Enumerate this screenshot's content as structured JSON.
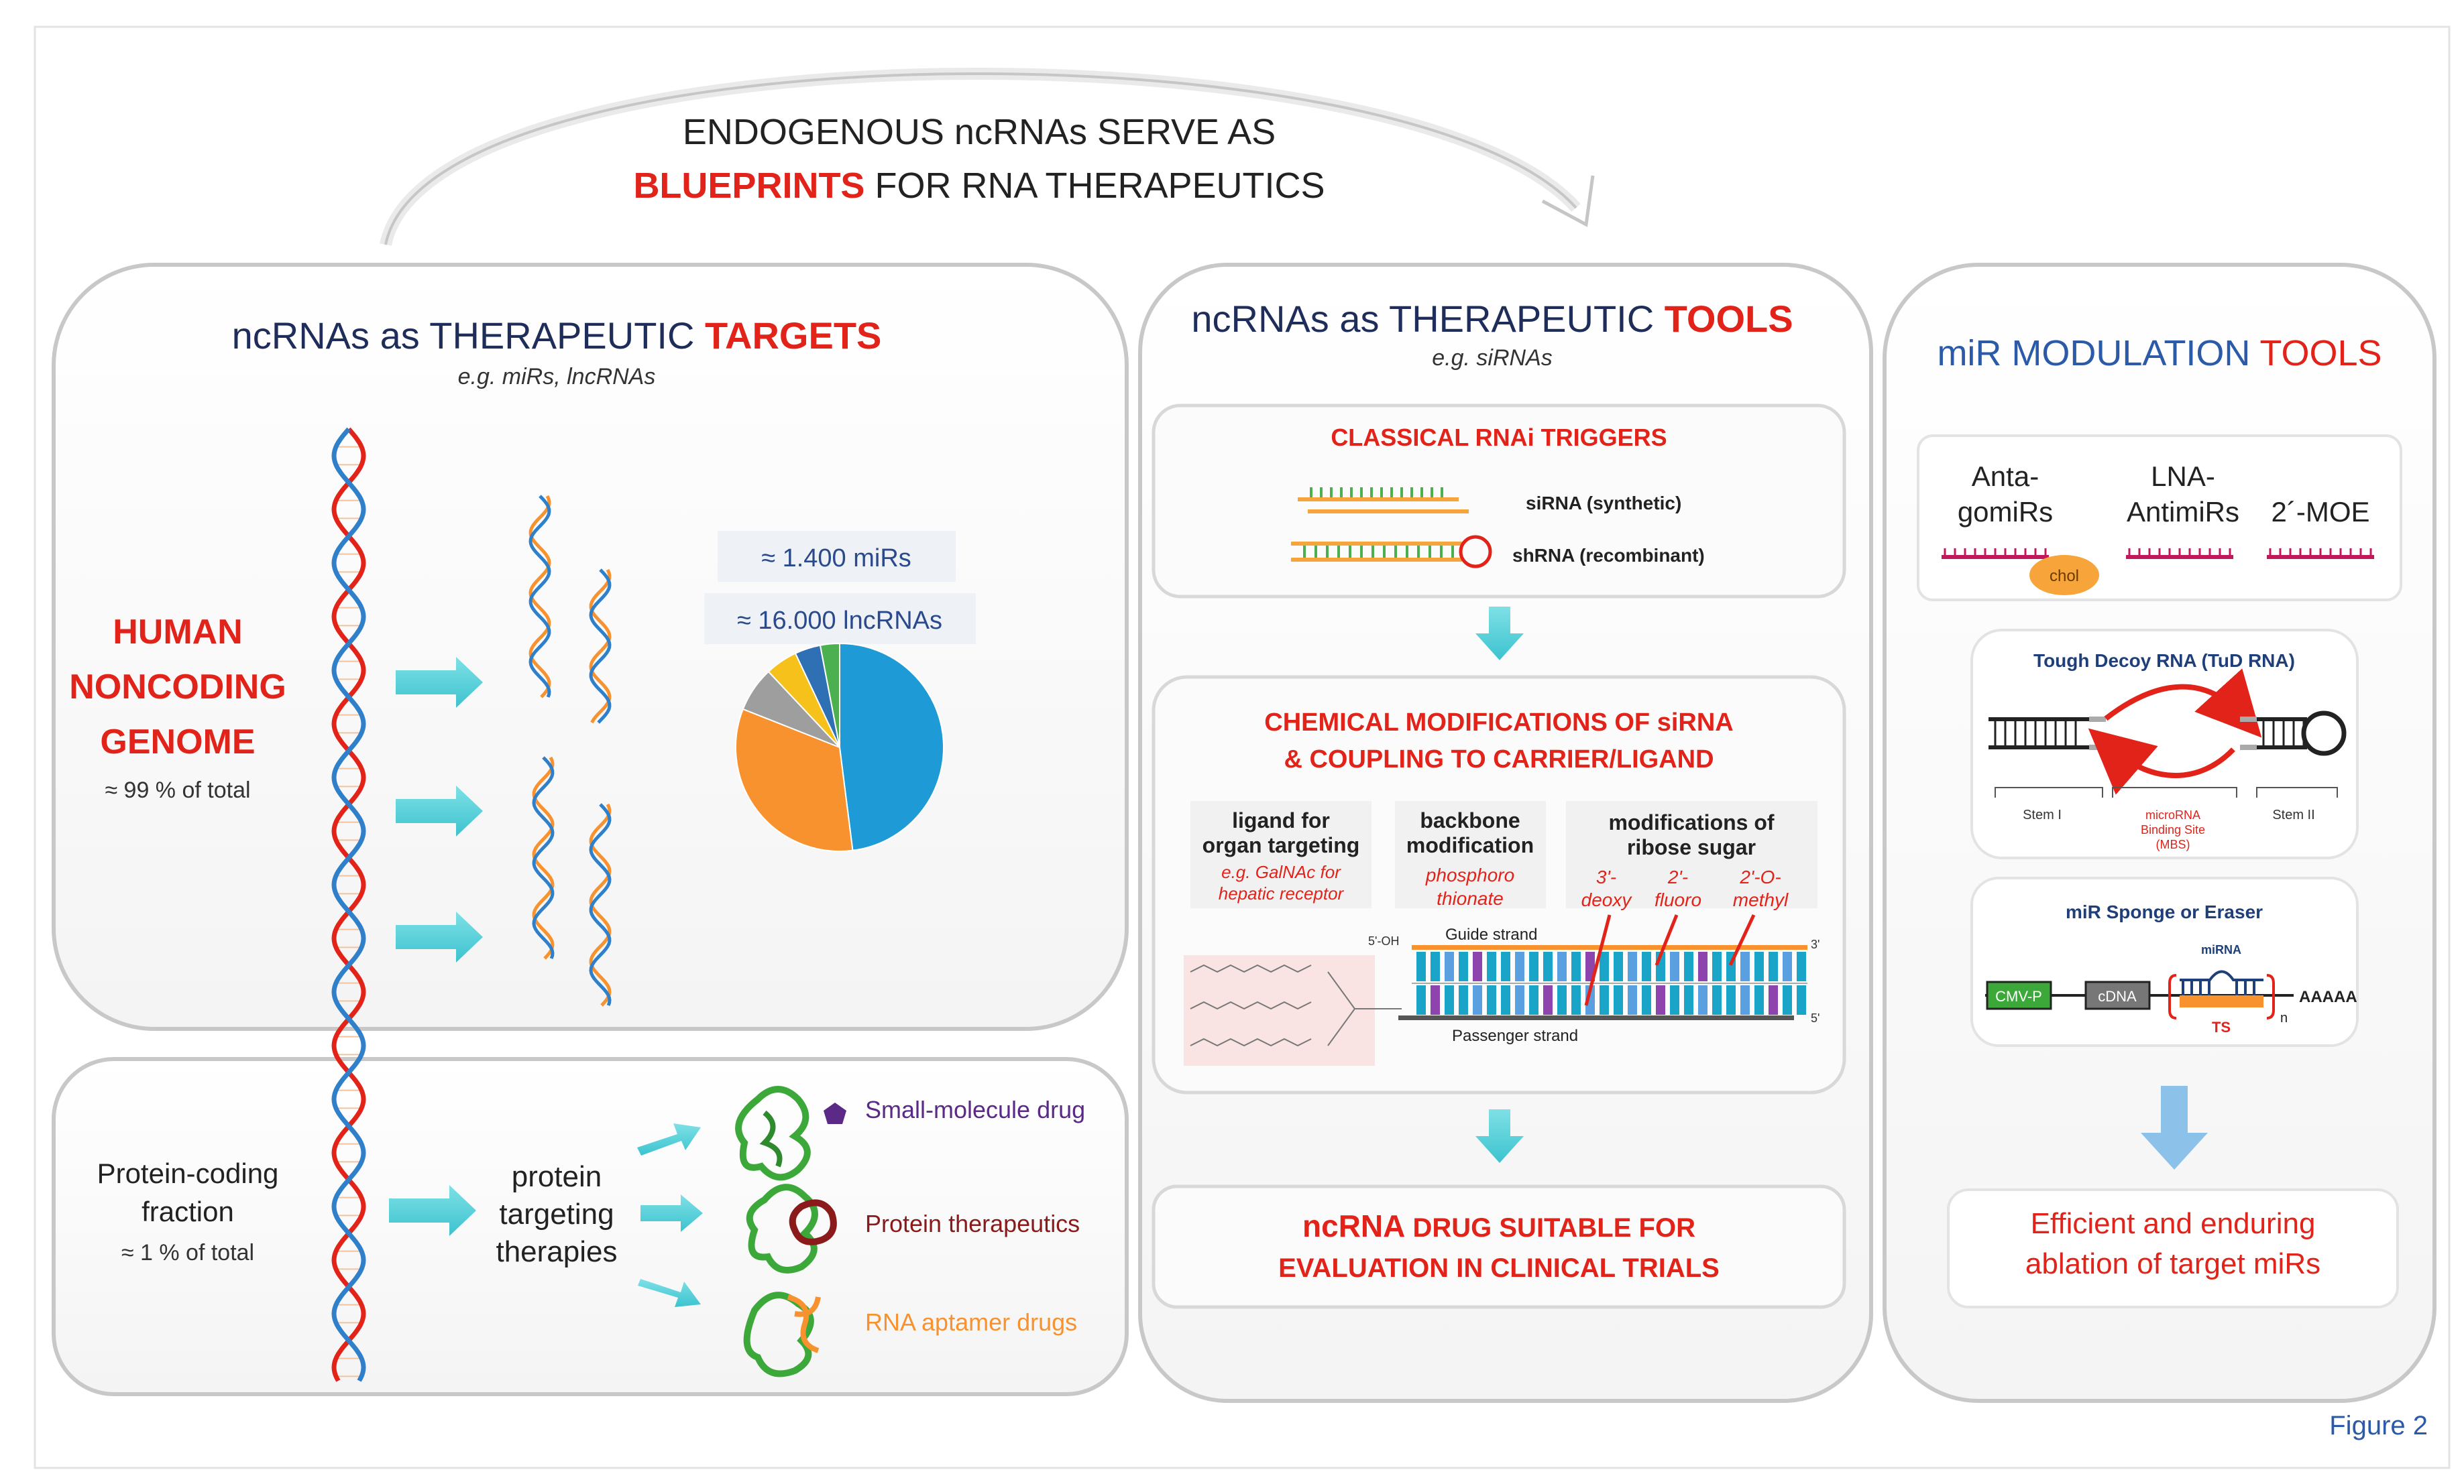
{
  "header": {
    "line1": "ENDOGENOUS ncRNAs SERVE AS",
    "line2_red": "BLUEPRINTS",
    "line2_rest": " FOR RNA THERAPEUTICS"
  },
  "left_panel": {
    "title_black": "ncRNAs as THERAPEUTIC ",
    "title_red": "TARGETS",
    "subtitle": "e.g. miRs, lncRNAs",
    "genome_line1": "HUMAN",
    "genome_line2": "NONCODING",
    "genome_line3": "GENOME",
    "genome_pct": "≈ 99 % of total",
    "mirs_count": "≈ 1.400 miRs",
    "lncrnas_count": "≈ 16.000 lncRNAs",
    "pie_colors": [
      "#1e9ad6",
      "#f7922f",
      "#9e9e9e",
      "#f5c11a",
      "#2f6fb4",
      "#4caf50"
    ],
    "pie_values": [
      48,
      33,
      7,
      5,
      4,
      3
    ]
  },
  "protein_panel": {
    "fraction_line1": "Protein-coding",
    "fraction_line2": "fraction",
    "fraction_pct": "≈ 1 % of total",
    "therapy_line1": "protein",
    "therapy_line2": "targeting",
    "therapy_line3": "therapies",
    "drugs": [
      {
        "label": "Small-molecule drug",
        "color": "#5b2a86"
      },
      {
        "label": "Protein therapeutics",
        "color": "#8b1a1a"
      },
      {
        "label": "RNA aptamer drugs",
        "color": "#f7922f"
      }
    ]
  },
  "middle_panel": {
    "title_black": "ncRNAs as THERAPEUTIC ",
    "title_red": "TOOLS",
    "subtitle": "e.g. siRNAs",
    "classical_title": "CLASSICAL RNAi TRIGGERS",
    "sirna_label": "siRNA (synthetic)",
    "shrna_label": "shRNA (recombinant)",
    "chem_title_line1": "CHEMICAL MODIFICATIONS OF siRNA",
    "chem_title_line2": "& COUPLING TO CARRIER/LIGAND",
    "ligand_title_1": "ligand for",
    "ligand_title_2": "organ targeting",
    "ligand_note_1": "e.g. GalNAc for",
    "ligand_note_2": "hepatic receptor",
    "backbone_title_1": "backbone",
    "backbone_title_2": "modification",
    "backbone_note_1": "phosphoro",
    "backbone_note_2": "thionate",
    "sugar_title_1": "modifications of",
    "sugar_title_2": "ribose sugar",
    "sugar_mods": [
      {
        "l1": "3'-",
        "l2": "deoxy"
      },
      {
        "l1": "2'-",
        "l2": "fluoro"
      },
      {
        "l1": "2'-O-",
        "l2": "methyl"
      }
    ],
    "guide_strand": "Guide strand",
    "passenger_strand": "Passenger strand",
    "prime5": "5'-OH",
    "prime3": "3'",
    "prime5b": "5'",
    "drug_title_red1": "ncRNA",
    "drug_title_rest1": " DRUG SUITABLE FOR",
    "drug_title_line2": "EVALUATION IN CLINICAL TRIALS"
  },
  "right_panel": {
    "title_blue": "miR MODULATION ",
    "title_red": "TOOLS",
    "anta_1": "Anta-",
    "anta_2": "gomiRs",
    "lna_1": "LNA-",
    "lna_2": "AntimiRs",
    "moe": "2´-MOE",
    "chol": "chol",
    "tud_title": "Tough Decoy RNA (TuD RNA)",
    "stem1": "Stem I",
    "stem2": "Stem II",
    "mbs_1": "microRNA",
    "mbs_2": "Binding Site",
    "mbs_3": "(MBS)",
    "sponge_title": "miR Sponge or Eraser",
    "cmv": "CMV-P",
    "cdna": "cDNA",
    "mirna": "miRNA",
    "ts": "TS",
    "n": "n",
    "polya": "AAAAA",
    "result_1": "Efficient and enduring",
    "result_2": "ablation of target miRs"
  },
  "figure_label": "Figure 2"
}
